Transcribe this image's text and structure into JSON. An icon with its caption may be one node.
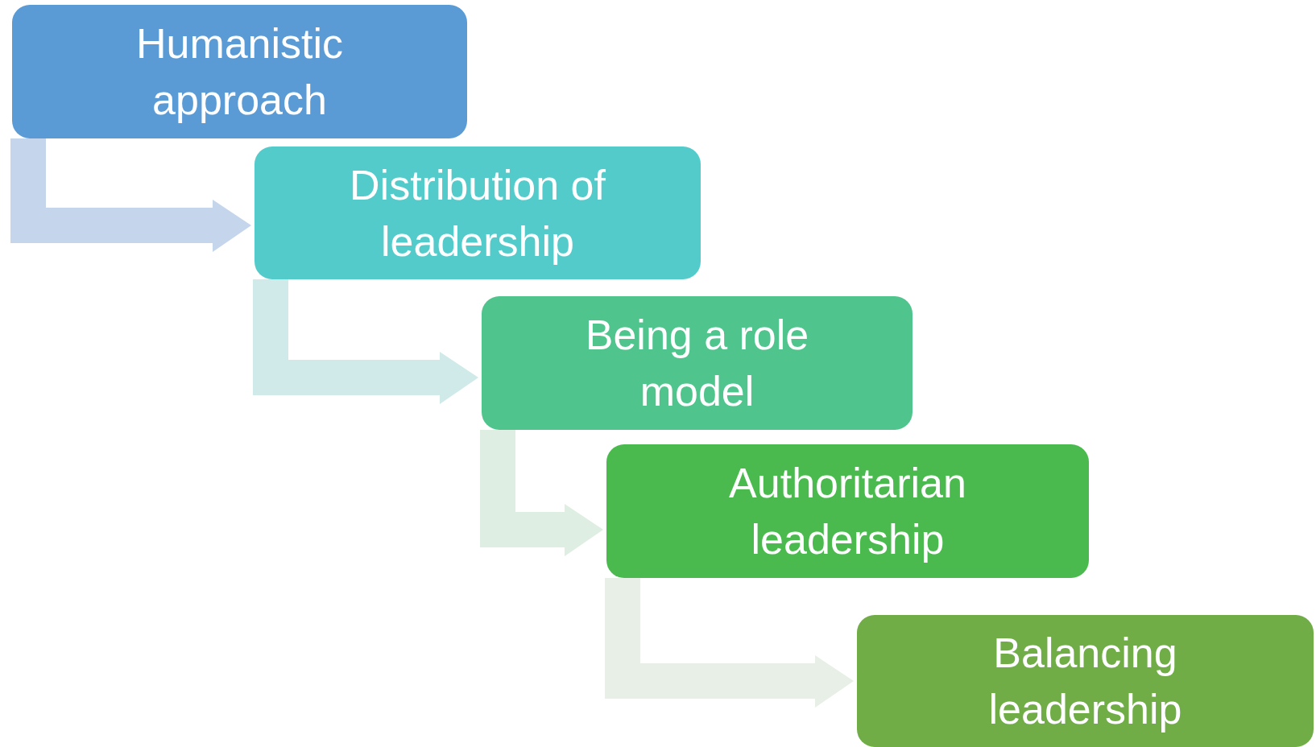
{
  "diagram": {
    "nodes": [
      {
        "text": [
          "Humanistic approach"
        ]
      },
      {
        "text": [
          "Distribution of leadership"
        ]
      },
      {
        "text": [
          "Being a role model"
        ]
      },
      {
        "text": [
          "Authoritarian leadership"
        ]
      },
      {
        "text": [
          "Balancing leadership"
        ]
      }
    ],
    "edges": [
      {
        "from": 0,
        "to": 1,
        "arrow": "to",
        "style": "thick",
        "color": "#c5d5ec"
      },
      {
        "from": 1,
        "to": 2,
        "arrow": "to",
        "style": "thick",
        "color": "#d0eae9"
      },
      {
        "from": 2,
        "to": 3,
        "arrow": "to",
        "style": "thick",
        "color": "#dfeee3"
      },
      {
        "from": 3,
        "to": 4,
        "arrow": "to",
        "style": "thick",
        "color": "#e8efe6"
      }
    ]
  }
}
